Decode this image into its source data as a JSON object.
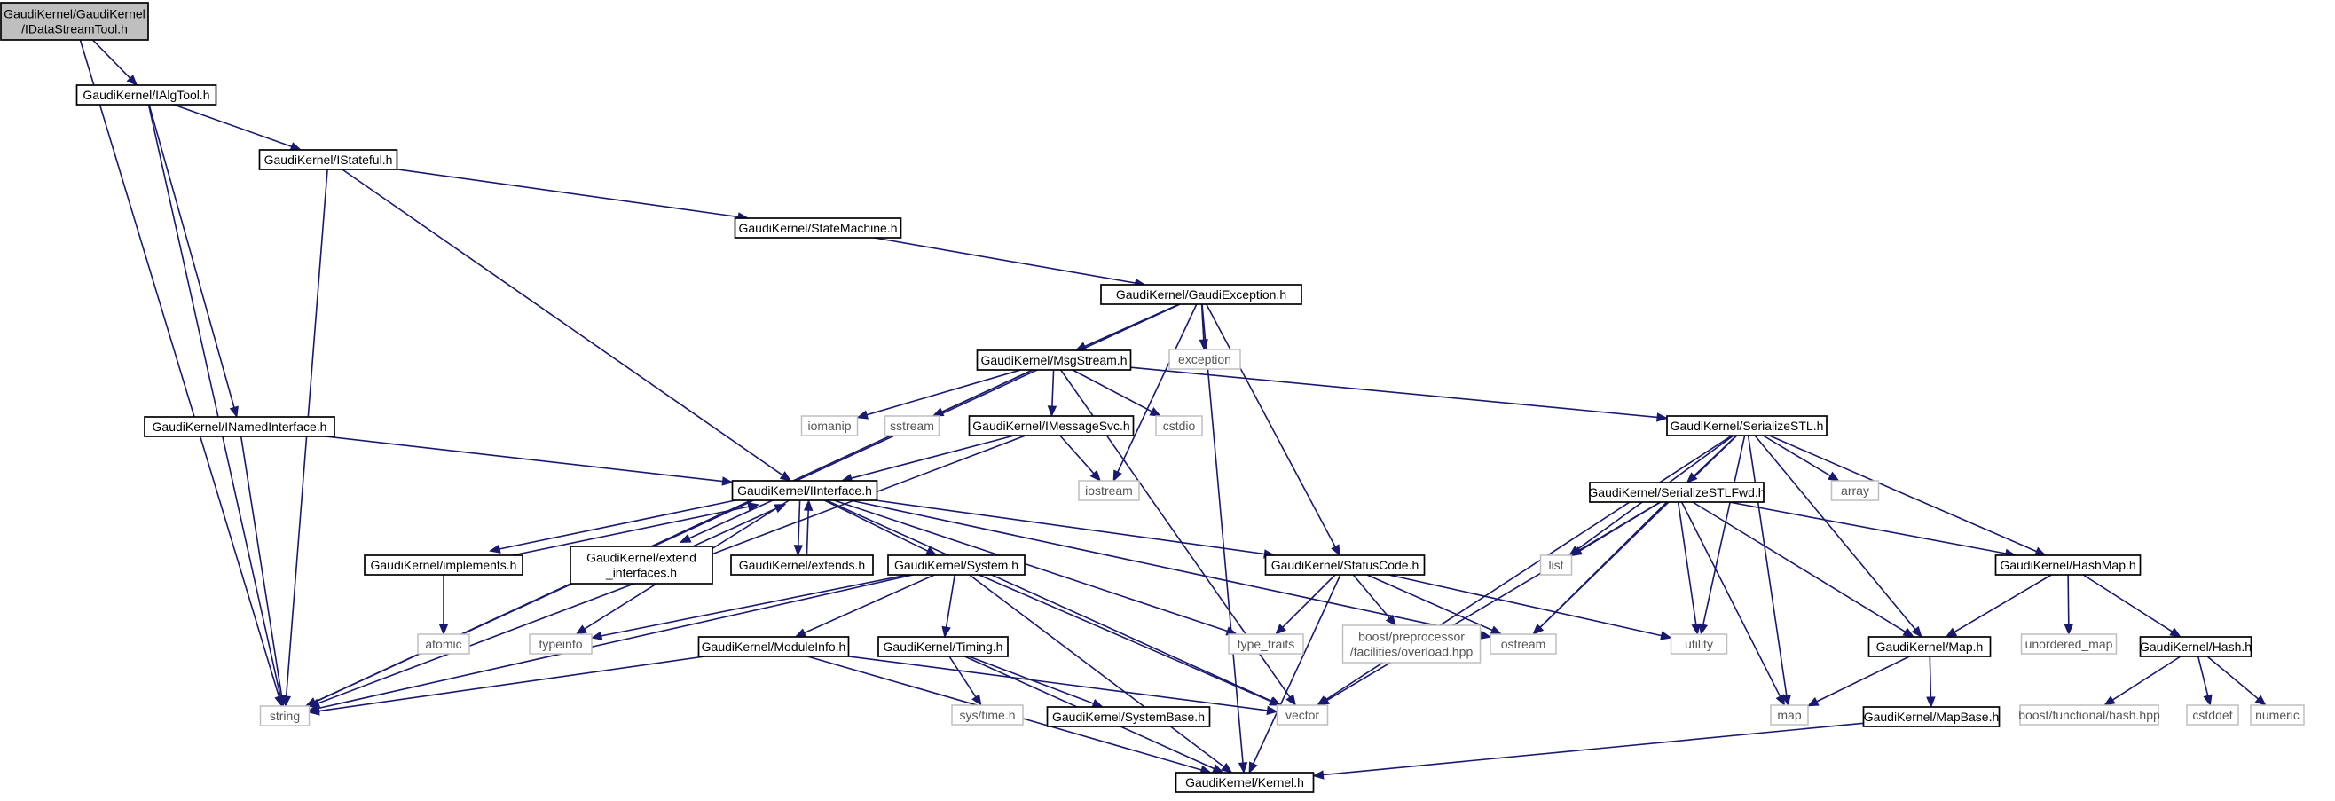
{
  "diagram": {
    "nodes": [
      {
        "id": "n_idst",
        "lines": [
          "GaudiKernel/GaudiKernel",
          "/IDataStreamTool.h"
        ],
        "root": true
      },
      {
        "id": "n_ialg",
        "lines": [
          "GaudiKernel/IAlgTool.h"
        ]
      },
      {
        "id": "n_ista",
        "lines": [
          "GaudiKernel/IStateful.h"
        ]
      },
      {
        "id": "n_sm",
        "lines": [
          "GaudiKernel/StateMachine.h"
        ]
      },
      {
        "id": "n_gex",
        "lines": [
          "GaudiKernel/GaudiException.h"
        ]
      },
      {
        "id": "n_exc",
        "lines": [
          "exception"
        ],
        "external": true
      },
      {
        "id": "n_msg",
        "lines": [
          "GaudiKernel/MsgStream.h"
        ]
      },
      {
        "id": "n_iom",
        "lines": [
          "iomanip"
        ],
        "external": true
      },
      {
        "id": "n_sst",
        "lines": [
          "sstream"
        ],
        "external": true
      },
      {
        "id": "n_imsv",
        "lines": [
          "GaudiKernel/IMessageSvc.h"
        ]
      },
      {
        "id": "n_cst",
        "lines": [
          "cstdio"
        ],
        "external": true
      },
      {
        "id": "n_ser",
        "lines": [
          "GaudiKernel/SerializeSTL.h"
        ]
      },
      {
        "id": "n_ina",
        "lines": [
          "GaudiKernel/INamedInterface.h"
        ]
      },
      {
        "id": "n_iint",
        "lines": [
          "GaudiKernel/IInterface.h"
        ]
      },
      {
        "id": "n_ios",
        "lines": [
          "iostream"
        ],
        "external": true
      },
      {
        "id": "n_sfwd",
        "lines": [
          "GaudiKernel/SerializeSTLFwd.h"
        ]
      },
      {
        "id": "n_arr",
        "lines": [
          "array"
        ],
        "external": true
      },
      {
        "id": "n_list",
        "lines": [
          "list"
        ],
        "external": true
      },
      {
        "id": "n_impl",
        "lines": [
          "GaudiKernel/implements.h"
        ]
      },
      {
        "id": "n_exti",
        "lines": [
          "GaudiKernel/extend",
          "_interfaces.h"
        ]
      },
      {
        "id": "n_extd",
        "lines": [
          "GaudiKernel/extends.h"
        ]
      },
      {
        "id": "n_sys",
        "lines": [
          "GaudiKernel/System.h"
        ]
      },
      {
        "id": "n_sc",
        "lines": [
          "GaudiKernel/StatusCode.h"
        ]
      },
      {
        "id": "n_hmap",
        "lines": [
          "GaudiKernel/HashMap.h"
        ]
      },
      {
        "id": "n_atom",
        "lines": [
          "atomic"
        ],
        "external": true
      },
      {
        "id": "n_tinf",
        "lines": [
          "typeinfo"
        ],
        "external": true
      },
      {
        "id": "n_tt",
        "lines": [
          "type_traits"
        ],
        "external": true
      },
      {
        "id": "n_bpp",
        "lines": [
          "boost/preprocessor",
          "/facilities/overload.hpp"
        ],
        "external": true
      },
      {
        "id": "n_ost",
        "lines": [
          "ostream"
        ],
        "external": true
      },
      {
        "id": "n_util",
        "lines": [
          "utility"
        ],
        "external": true
      },
      {
        "id": "n_map",
        "lines": [
          "GaudiKernel/Map.h"
        ]
      },
      {
        "id": "n_umap",
        "lines": [
          "unordered_map"
        ],
        "external": true
      },
      {
        "id": "n_hash",
        "lines": [
          "GaudiKernel/Hash.h"
        ]
      },
      {
        "id": "n_modi",
        "lines": [
          "GaudiKernel/ModuleInfo.h"
        ]
      },
      {
        "id": "n_tim",
        "lines": [
          "GaudiKernel/Timing.h"
        ]
      },
      {
        "id": "n_str",
        "lines": [
          "string"
        ],
        "external": true
      },
      {
        "id": "n_stime",
        "lines": [
          "sys/time.h"
        ],
        "external": true
      },
      {
        "id": "n_sysb",
        "lines": [
          "GaudiKernel/SystemBase.h"
        ]
      },
      {
        "id": "n_vec",
        "lines": [
          "vector"
        ],
        "external": true
      },
      {
        "id": "n_stdm",
        "lines": [
          "map"
        ],
        "external": true
      },
      {
        "id": "n_mapb",
        "lines": [
          "GaudiKernel/MapBase.h"
        ]
      },
      {
        "id": "n_bfh",
        "lines": [
          "boost/functional/hash.hpp"
        ],
        "external": true
      },
      {
        "id": "n_cdd",
        "lines": [
          "cstddef"
        ],
        "external": true
      },
      {
        "id": "n_num",
        "lines": [
          "numeric"
        ],
        "external": true
      },
      {
        "id": "n_ker",
        "lines": [
          "GaudiKernel/Kernel.h"
        ]
      }
    ],
    "edges": [
      [
        "n_idst",
        "n_ialg"
      ],
      [
        "n_idst",
        "n_str"
      ],
      [
        "n_ialg",
        "n_ista"
      ],
      [
        "n_ialg",
        "n_ina"
      ],
      [
        "n_ialg",
        "n_str"
      ],
      [
        "n_ista",
        "n_sm"
      ],
      [
        "n_ista",
        "n_iint"
      ],
      [
        "n_ista",
        "n_str"
      ],
      [
        "n_sm",
        "n_gex"
      ],
      [
        "n_gex",
        "n_exc"
      ],
      [
        "n_gex",
        "n_msg"
      ],
      [
        "n_gex",
        "n_str"
      ],
      [
        "n_gex",
        "n_ios"
      ],
      [
        "n_gex",
        "n_sc"
      ],
      [
        "n_gex",
        "n_ker"
      ],
      [
        "n_msg",
        "n_iom"
      ],
      [
        "n_msg",
        "n_sst"
      ],
      [
        "n_msg",
        "n_imsv"
      ],
      [
        "n_msg",
        "n_cst"
      ],
      [
        "n_msg",
        "n_ser"
      ],
      [
        "n_msg",
        "n_str"
      ],
      [
        "n_msg",
        "n_vec"
      ],
      [
        "n_imsv",
        "n_iint"
      ],
      [
        "n_imsv",
        "n_ios"
      ],
      [
        "n_imsv",
        "n_str"
      ],
      [
        "n_ina",
        "n_iint"
      ],
      [
        "n_ina",
        "n_str"
      ],
      [
        "n_iint",
        "n_impl"
      ],
      [
        "n_iint",
        "n_exti"
      ],
      [
        "n_iint",
        "n_extd"
      ],
      [
        "n_iint",
        "n_sys"
      ],
      [
        "n_iint",
        "n_sc"
      ],
      [
        "n_iint",
        "n_tinf"
      ],
      [
        "n_iint",
        "n_tt"
      ],
      [
        "n_iint",
        "n_ost"
      ],
      [
        "n_iint",
        "n_vec"
      ],
      [
        "n_impl",
        "n_iint"
      ],
      [
        "n_impl",
        "n_atom"
      ],
      [
        "n_exti",
        "n_iint"
      ],
      [
        "n_extd",
        "n_iint"
      ],
      [
        "n_sys",
        "n_modi"
      ],
      [
        "n_sys",
        "n_tim"
      ],
      [
        "n_sys",
        "n_tinf"
      ],
      [
        "n_sys",
        "n_str"
      ],
      [
        "n_sys",
        "n_vec"
      ],
      [
        "n_sys",
        "n_ker"
      ],
      [
        "n_modi",
        "n_str"
      ],
      [
        "n_modi",
        "n_vec"
      ],
      [
        "n_modi",
        "n_ker"
      ],
      [
        "n_tim",
        "n_stime"
      ],
      [
        "n_tim",
        "n_sysb"
      ],
      [
        "n_tim",
        "n_ker"
      ],
      [
        "n_sc",
        "n_tt"
      ],
      [
        "n_sc",
        "n_bpp"
      ],
      [
        "n_sc",
        "n_ost"
      ],
      [
        "n_sc",
        "n_util"
      ],
      [
        "n_sc",
        "n_ker"
      ],
      [
        "n_ser",
        "n_sfwd"
      ],
      [
        "n_ser",
        "n_arr"
      ],
      [
        "n_ser",
        "n_list"
      ],
      [
        "n_ser",
        "n_hmap"
      ],
      [
        "n_ser",
        "n_map"
      ],
      [
        "n_ser",
        "n_ost"
      ],
      [
        "n_ser",
        "n_util"
      ],
      [
        "n_ser",
        "n_vec"
      ],
      [
        "n_ser",
        "n_stdm"
      ],
      [
        "n_sfwd",
        "n_list"
      ],
      [
        "n_sfwd",
        "n_hmap"
      ],
      [
        "n_sfwd",
        "n_map"
      ],
      [
        "n_sfwd",
        "n_ost"
      ],
      [
        "n_sfwd",
        "n_util"
      ],
      [
        "n_sfwd",
        "n_vec"
      ],
      [
        "n_sfwd",
        "n_stdm"
      ],
      [
        "n_hmap",
        "n_map"
      ],
      [
        "n_hmap",
        "n_umap"
      ],
      [
        "n_hmap",
        "n_hash"
      ],
      [
        "n_map",
        "n_mapb"
      ],
      [
        "n_map",
        "n_stdm"
      ],
      [
        "n_mapb",
        "n_ker"
      ],
      [
        "n_hash",
        "n_bfh"
      ],
      [
        "n_hash",
        "n_cdd"
      ],
      [
        "n_hash",
        "n_num"
      ]
    ]
  }
}
